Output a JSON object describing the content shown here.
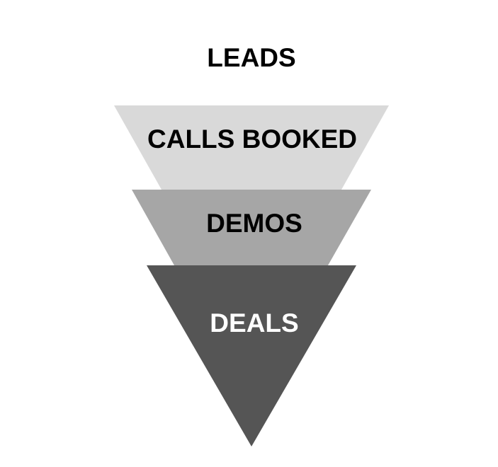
{
  "funnel": {
    "stages": [
      {
        "label": "LEADS",
        "fill": "",
        "text_color": "#000000"
      },
      {
        "label": "CALLS BOOKED",
        "fill": "#d9d9d9",
        "text_color": "#000000"
      },
      {
        "label": "DEMOS",
        "fill": "#a6a6a6",
        "text_color": "#000000"
      },
      {
        "label": "DEALS",
        "fill": "#555555",
        "text_color": "#ffffff"
      }
    ]
  }
}
